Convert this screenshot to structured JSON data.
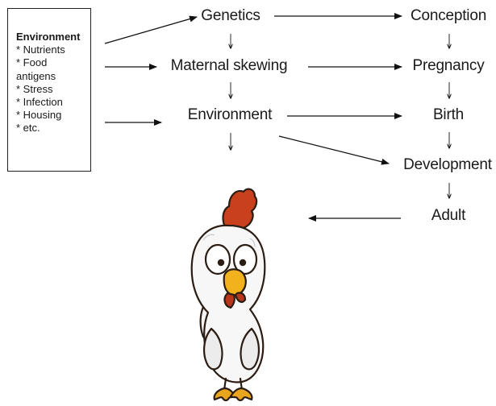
{
  "environment_box": {
    "title": "Environment",
    "items": [
      "* Nutrients",
      "* Food",
      "antigens",
      "* Stress",
      "* Infection",
      "* Housing",
      "* etc."
    ]
  },
  "nodes": {
    "genetics": "Genetics",
    "maternal_skewing": "Maternal skewing",
    "environment": "Environment",
    "conception": "Conception",
    "pregnancy": "Pregnancy",
    "birth": "Birth",
    "development": "Development",
    "adult": "Adult"
  },
  "icons": {
    "chicken": "cartoon-chicken-icon"
  },
  "colors": {
    "text": "#1a1a1a",
    "comb": "#c8401c",
    "beak": "#f2b21e",
    "wattle": "#b8361c",
    "feet": "#e9a51e"
  }
}
